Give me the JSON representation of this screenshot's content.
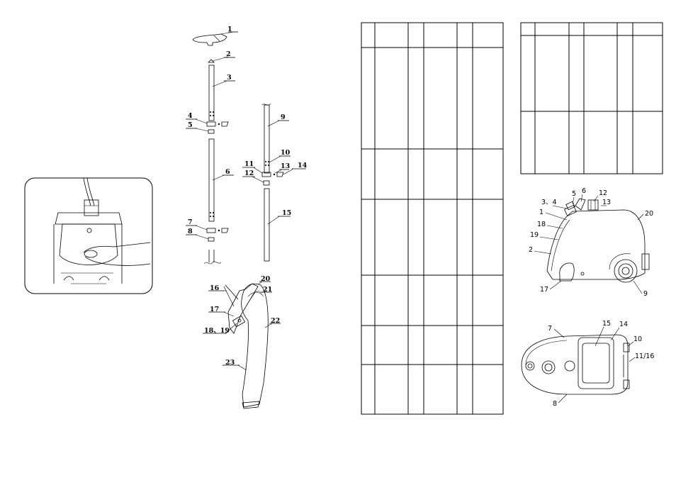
{
  "exploded_labels": {
    "l1": "1",
    "l2": "2",
    "l3": "3",
    "l4": "4",
    "l5": "5",
    "l6": "6",
    "l7": "7",
    "l8": "8",
    "l9": "9",
    "l10": "10",
    "l11": "11",
    "l12": "12",
    "l13": "13",
    "l14": "14",
    "l15": "15",
    "l16": "16",
    "l17": "17",
    "l18_19": "18、19",
    "l20": "20",
    "l21": "21",
    "l22": "22",
    "l23": "23"
  },
  "side_view_labels": {
    "s1": "1",
    "s2": "2",
    "s3_4": "3、4",
    "s5": "5",
    "s6": "6",
    "s9": "9",
    "s12": "12",
    "s13": "13",
    "s17": "17",
    "s18": "18",
    "s19": "19",
    "s20": "20"
  },
  "top_view_labels": {
    "t7": "7",
    "t8": "8",
    "t10": "10",
    "t11_16": "11/16",
    "t14": "14",
    "t15": "15"
  }
}
